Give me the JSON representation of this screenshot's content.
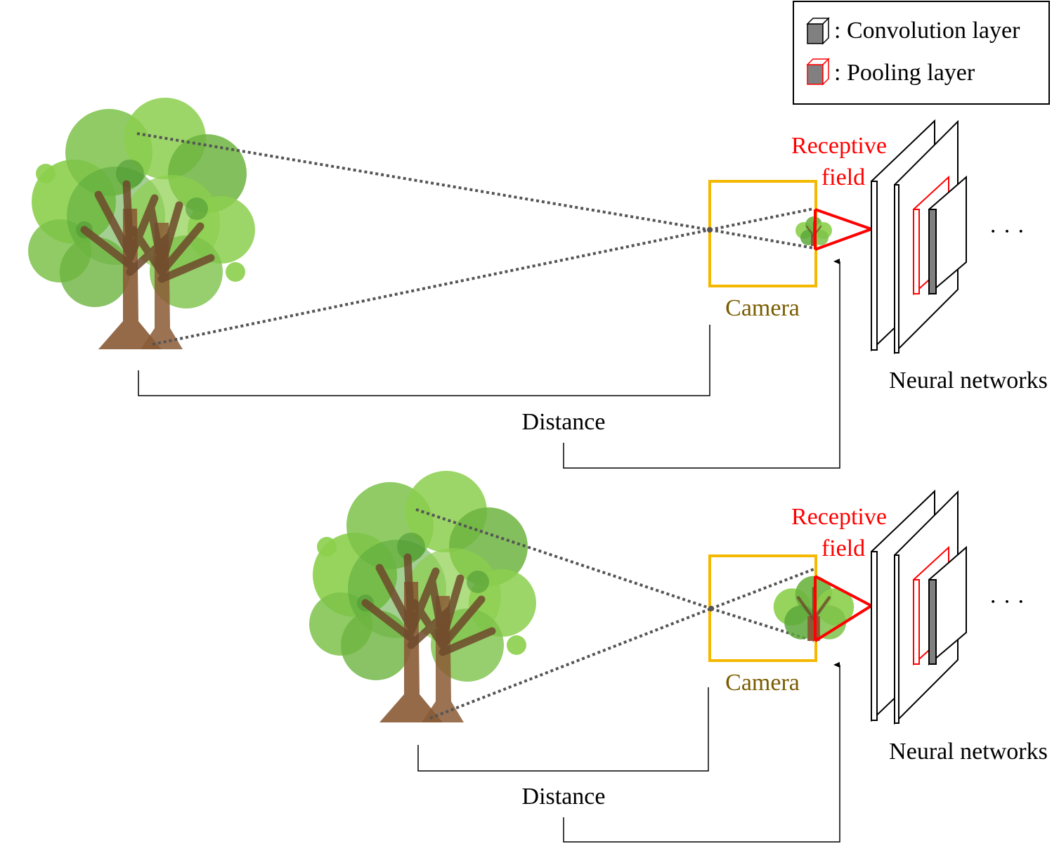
{
  "legend": {
    "conv_label": ": Convolution layer",
    "pool_label": ": Pooling layer"
  },
  "panels": [
    {
      "receptive_line1": "Receptive",
      "receptive_line2": "field",
      "camera_label": "Camera",
      "network_label": "Neural networks",
      "distance_label": "Distance",
      "ellipsis": "· · ·"
    },
    {
      "receptive_line1": "Receptive",
      "receptive_line2": "field",
      "camera_label": "Camera",
      "network_label": "Neural networks",
      "distance_label": "Distance",
      "ellipsis": "· · ·"
    }
  ],
  "colors": {
    "camera_box": "#f5b800",
    "camera_text": "#7a5c00",
    "receptive": "#ff0000",
    "foliage_light": "#8ccf4d",
    "foliage_dark": "#5aa83a",
    "trunk": "#8a5a35",
    "ray": "#555555",
    "conv": "#808080",
    "pool_edge": "#ff0000"
  },
  "icons": [
    "tree-icon",
    "convolution-layer-icon",
    "pooling-layer-icon"
  ]
}
